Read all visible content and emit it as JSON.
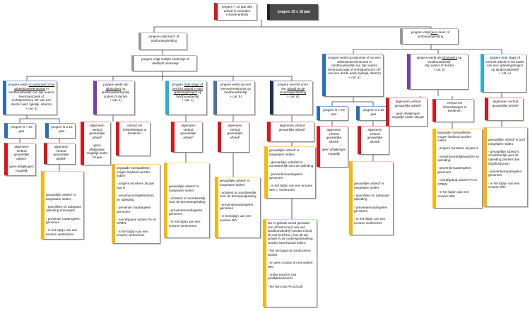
{
  "top": {
    "under15": "jongere < 15 jaar  alle arbeid is verboden (=kinderarbeid)",
    "age15to18": "jongere 15 ≤ 18 jaar"
  },
  "left_branch": {
    "title": "jongere volgt land- of tuinbouwopleiding",
    "fulltime_school": "jongere volgt voltijds onderwijs of deeltijds onderwijs",
    "occasional": {
      "label_a": "jongere werkt ",
      "label_u": "occasioneel of via arbeidsovereenkomst",
      "label_b": " in landbouwbedrijf van zijn ouders (eenmanszaak of rechtspersoon) OF van een derde (vast, tijdelijk, interim)\n+ cat. a)",
      "under16": "jongere is < 16 jaar",
      "age16plus": "jongere is ≥ 16 jaar",
      "under16_rule": "algemeen verbod gevaarlijke arbeid*\n\ngeen afwijkingen mogelijk",
      "age16_rule": "algemeen verbod gevaarlijke arbeid*",
      "conditions": "gevaarlijke arbeid* is toegelaten indien:\n\n- specifieke en adequate opleiding ontvangen\n\n- preventie maatregelen genomen\n\n- in het bijzijn van een ervaren werknemer"
    },
    "student_job": {
      "label_a": "jongere werkt als ",
      "label_u": "jobstudent",
      "label_b": " op landbouwbedrijf (bij ouders of derde)\n+ cat. e)",
      "rule_general": "algemeen verbod gevaarlijke arbeid*\n\ngeen afwijkingen mogelijk onder 18 jaar",
      "rule_lifting": "verbod om hefwerktuigen te bedienen",
      "conditions": "bepaalde transpalletten mogen bediend worden indien:\n\n- jongere minstens 16 jaar oud is\n\n- verantwoordelijkheidszin en opleiding\n\n- preventie maatregelen genomen\n\n- voorafgaand advies PA en CPBW\n\n- in het bijzijn van een ervaren werknemer"
    },
    "internship": {
      "label_a": "jongere ",
      "label_u": "doet stage of verricht arbeid in een opleidingstraject",
      "label_b": " op landbouwbedrijf\n+ cat. c)",
      "rule": "algemeen verbod gevaarlijke arbeid*",
      "conditions": "gevaarlijke arbeid* is toegelaten indien:\n\n- activiteit is onontbeerlijk voor de beroepsopleiding\n\n- preventiemaatregelen genomen\n\n- in het bijzijn van een ervaren werknemer"
    },
    "apprentice": {
      "label": "jongere werkt via een leerovereenkomst op landbouwbedrijf\n+ cat. b)",
      "rule": "algemeen verbod gevaarlijke arbeid*",
      "conditions": "gevaarlijke arbeid* is toegelaten indien:\n\n- activiteit is onontbeerlijk voor de beroepsopleiding\n\n- preventiemaatregelen genomen\n\n- in het bijzijn van een ervaren WN"
    },
    "education_work": {
      "label_a": "jongere verricht vorm van ",
      "label_u": "arbeid IN de onderwijsinstelling",
      "label_b": "\n+ cat. d)",
      "rule": "algemeen verbod gevaarlijke arbeid*",
      "conditions_1": "gevaarlijke arbeid* is toegelaten indien:\n\n- gevaarlijke activiteit is onontbeerlijk voor de opleiding\n\n- preventiemaatregelen genomen\n\n- in het bijzijn van een ervaren WN (= leerkracht)",
      "conditions_2": "als er gebruik wordt gemaakt van infrastructuur van een landbouwbedrijf (omdat school dit niet heeft bv.), kan dit als arbeid IN de onderwijsinstelling worden beschouwd indien:\n\n- het niet gaat om productieve arbeid\n\n- er geen contact is met andere WN\n\n- onder toezicht van praktijkleerkracht\n\n- RA (evt met PA school)"
    }
  },
  "right_branch": {
    "title_a": "jongere volgt ",
    "title_u": "geen",
    "title_b": " land- of tuinbouwopleiding",
    "occasional": {
      "label": "jongere werkt occasioneel of via een arbeidsovereenkomst in landbouwbedrijf van zijn ouders (eenmanszaak of rechtspersoon) OF van een derde (vast, tijdelijk, interim)\n+ cat. a)",
      "under16": "jongere is < 16 jaar",
      "age16plus": "jongere is ≥ 16 jaar",
      "under16_rule": "algemeen verbod gevaarlijke arbeid*\n\ngeen afwijkingen mogelijk",
      "age16_rule": "algemeen verbod gevaarlijke arbeid*",
      "conditions": "gevaarlijke arbeid* is toegelaten indien:\n\n- specifieke en adequate opleiding\n\n- preventiemaatregelen genomen\n\n- in het bijzijn van een ervaren werknemer"
    },
    "student_job": {
      "label_a": "jongere werkt als ",
      "label_u": "jobstudent",
      "label_b": " op landbouwbedrijf\n(bij ouders of derde)\n+ cat. e)",
      "rule_general": "algemeen verbod gevaarlijke arbeid*\n\ngeen afwijkingen mogelijk onder 18 jaar",
      "rule_lifting": "verbod om hefwerktuigen te bedienen",
      "conditions": "bepaalde transpalletten mogen bediend worden indien:\n\n- jongere minstens 16 jaar is\n\n- verantwoordelijkheidszin en opleiding\n\n- preventiemaatregelen genomen\n\n- voorafgaand advies PA en CPBW\n\n- in het bijzijn van een ervaren WN"
    },
    "internship": {
      "label": "jongere doet stage of verricht arbeid in het kader van een opleidingstraject op landbouwbedrijf\n+ cat. c)",
      "rule": "algemeen verbod gevaarlijke arbeid*",
      "conditions": "gevaarlijke arbeid* is toch toegelaten indien:\n\n- gevaarlijke arbeid is onontbeerlijk voor de opleiding (andere dan land/tuinbouw)\n\n- preventiemaatregelen genomen\n\n- in het bijzijn van een ervaren WN"
    }
  }
}
